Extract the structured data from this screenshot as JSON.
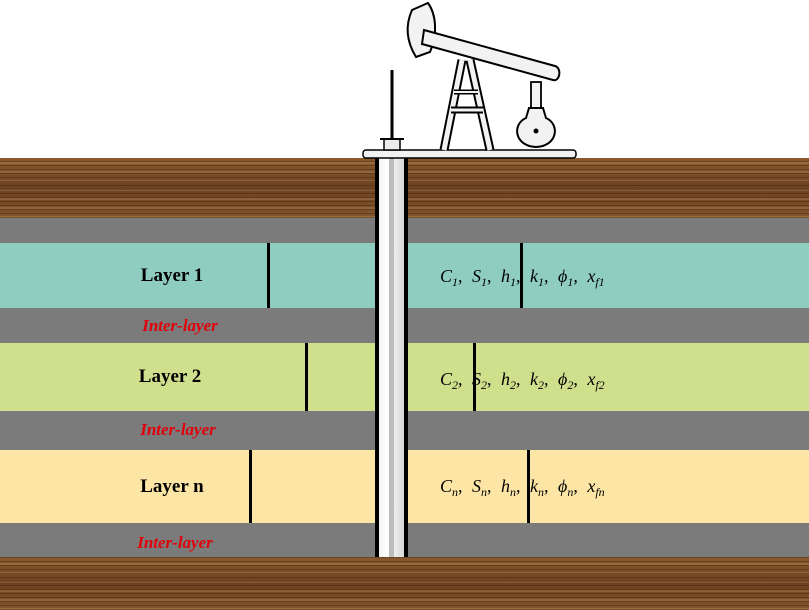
{
  "layers": [
    {
      "name": "Layer 1",
      "props": [
        {
          "sym": "C",
          "sub": "1"
        },
        {
          "sym": "S",
          "sub": "1"
        },
        {
          "sym": "h",
          "sub": "1"
        },
        {
          "sym": "k",
          "sub": "1"
        },
        {
          "sym": "ϕ",
          "sub": "1"
        },
        {
          "sym": "x",
          "sub": "f1"
        }
      ]
    },
    {
      "name": "Layer 2",
      "props": [
        {
          "sym": "C",
          "sub": "2"
        },
        {
          "sym": "S",
          "sub": "2"
        },
        {
          "sym": "h",
          "sub": "2"
        },
        {
          "sym": "k",
          "sub": "2"
        },
        {
          "sym": "ϕ",
          "sub": "2"
        },
        {
          "sym": "x",
          "sub": "f2"
        }
      ]
    },
    {
      "name": "Layer n",
      "props": [
        {
          "sym": "C",
          "sub": "n"
        },
        {
          "sym": "S",
          "sub": "n"
        },
        {
          "sym": "h",
          "sub": "n"
        },
        {
          "sym": "k",
          "sub": "n"
        },
        {
          "sym": "ϕ",
          "sub": "n"
        },
        {
          "sym": "x",
          "sub": "fn"
        }
      ]
    }
  ],
  "interlayer_labels": [
    "Inter-layer",
    "Inter-layer",
    "Inter-layer"
  ],
  "colors": {
    "layer1": "#8fcdc0",
    "layer2": "#d0df8c",
    "layern": "#fde6a5",
    "interlayer": "#7b7b7b",
    "soil": "#7a4a22",
    "interlayer_label": "#e0000a"
  },
  "icons": [
    "pumpjack-icon",
    "wellbore-icon"
  ]
}
